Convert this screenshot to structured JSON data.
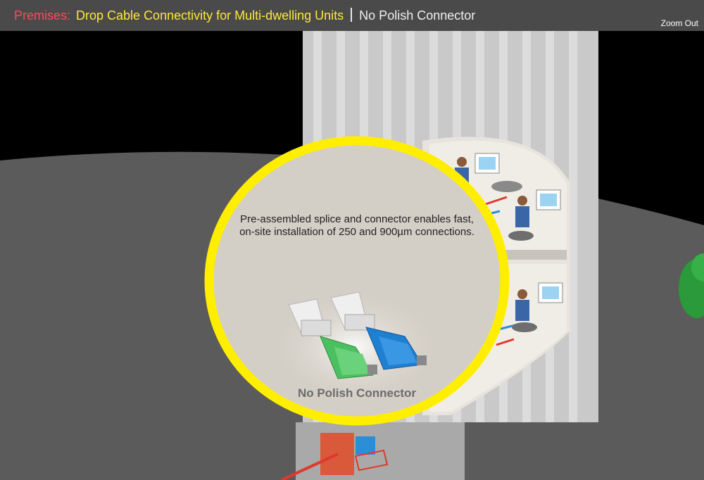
{
  "header": {
    "category": "Premises:",
    "title": "Drop Cable Connectivity for Multi-dwelling Units",
    "subtitle": "No Polish Connector",
    "zoom_out": "Zoom Out"
  },
  "callout": {
    "text": "Pre-assembled splice and connector enables fast, on-site installation of 250 and 900µm connections.",
    "product_label": "No Polish Connector"
  },
  "colors": {
    "callout_ring": "#ffee00",
    "callout_fill": "#d4cfc6",
    "header_bg": "#4a4a4a",
    "category": "#ff4a5a",
    "title": "#ffe83a",
    "connector_green": "#4cc060",
    "connector_blue": "#1f7fd1"
  },
  "icons": [
    "green-connector-icon",
    "blue-connector-icon",
    "office-worker-icon",
    "tree-icon"
  ]
}
